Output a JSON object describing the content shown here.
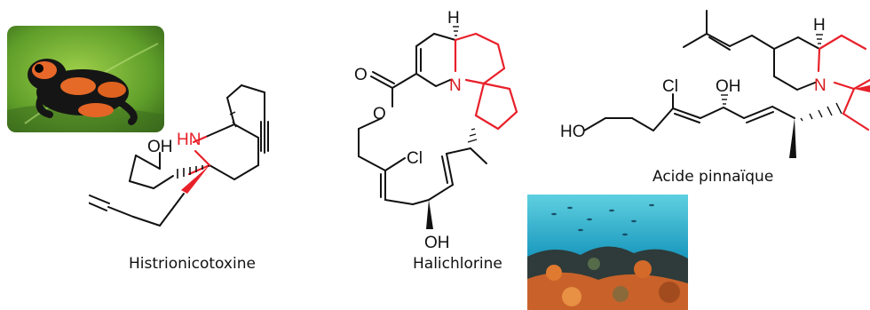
{
  "compounds": [
    {
      "name": "Histrionicotoxine",
      "labels": {
        "nh": "HN",
        "oh": "OH"
      }
    },
    {
      "name": "Halichlorine",
      "labels": {
        "o_carbonyl": "O",
        "o_ester": "O",
        "n": "N",
        "h": "H",
        "cl": "Cl",
        "oh": "OH"
      }
    },
    {
      "name": "Acide pinnaïque",
      "labels": {
        "h": "H",
        "n": "N",
        "cl": "Cl",
        "oh": "OH",
        "ho": "HO"
      }
    }
  ],
  "photos": {
    "frog": "poison-dart-frog-photo",
    "reef": "coral-reef-photo"
  },
  "colors": {
    "bond": "#111111",
    "highlight": "#e8202a",
    "heteroatom_n": "#d7191f"
  }
}
